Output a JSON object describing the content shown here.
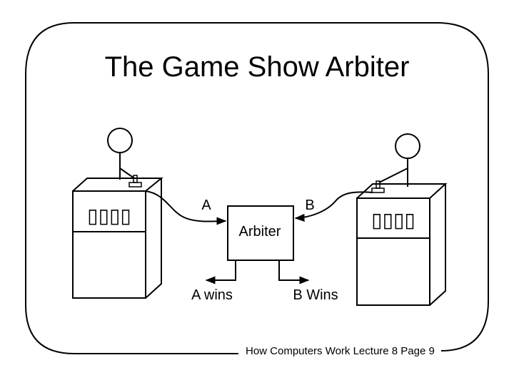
{
  "slide": {
    "title": "The Game Show Arbiter",
    "footer": "How Computers Work Lecture 8 Page 9"
  },
  "diagram": {
    "input_a_label": "A",
    "input_b_label": "B",
    "arbiter_label": "Arbiter",
    "output_a_label": "A wins",
    "output_b_label": "B Wins",
    "left_display": "▯▯▯▯",
    "right_display": "▯▯▯▯"
  }
}
